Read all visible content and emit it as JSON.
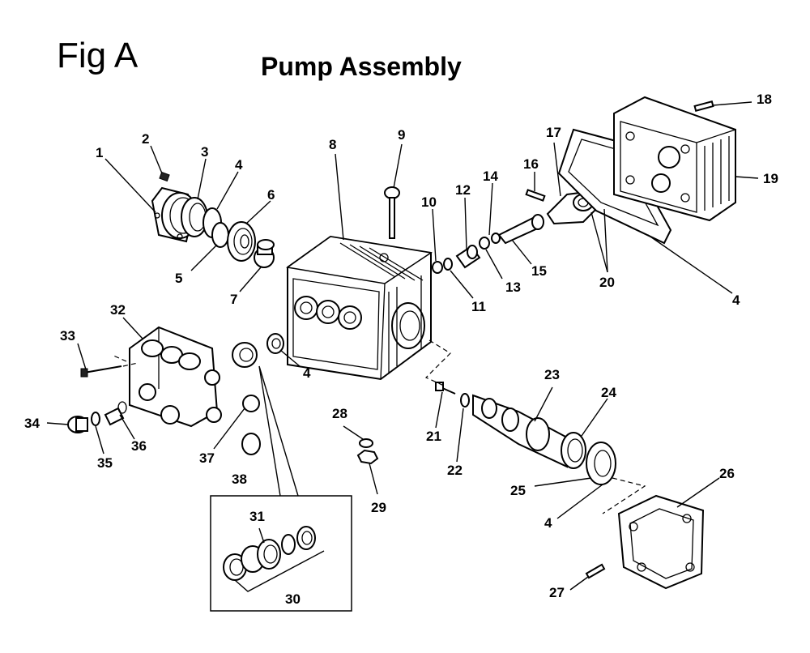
{
  "figure": {
    "label": "Fig A",
    "title": "Pump Assembly"
  },
  "callouts": [
    "1",
    "2",
    "3",
    "4",
    "5",
    "6",
    "7",
    "8",
    "9",
    "10",
    "11",
    "12",
    "13",
    "14",
    "15",
    "16",
    "17",
    "18",
    "19",
    "20",
    "21",
    "22",
    "23",
    "24",
    "25",
    "26",
    "27",
    "28",
    "29",
    "30",
    "31",
    "32",
    "33",
    "34",
    "35",
    "36",
    "37",
    "38"
  ],
  "inset": {
    "kit_numbers": [
      "30",
      "31"
    ]
  }
}
